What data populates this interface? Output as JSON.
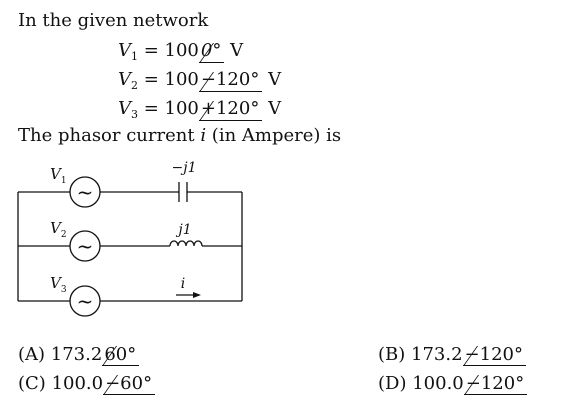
{
  "question": {
    "intro": "In the given network",
    "equations": [
      {
        "var": "V",
        "sub": "1",
        "eq": " = 100",
        "angle": "0°",
        "unit": " V"
      },
      {
        "var": "V",
        "sub": "2",
        "eq": " = 100",
        "angle": "−120°",
        "unit": " V"
      },
      {
        "var": "V",
        "sub": "3",
        "eq": " = 100",
        "angle": "+120°",
        "unit": " V"
      }
    ],
    "prompt_pre": "The phasor current ",
    "prompt_var": "i",
    "prompt_post": " (in Ampere) is"
  },
  "circuit": {
    "sources": [
      {
        "label": "V",
        "sub": "1"
      },
      {
        "label": "V",
        "sub": "2"
      },
      {
        "label": "V",
        "sub": "3"
      }
    ],
    "capacitor_label": "−j1",
    "inductor_label": "j1",
    "current_label": "i",
    "source_symbol": "~"
  },
  "options": [
    {
      "key": "(A)",
      "mag": "173.2",
      "angle": "60°"
    },
    {
      "key": "(B)",
      "mag": "173.2",
      "angle": "−120°"
    },
    {
      "key": "(C)",
      "mag": "100.0",
      "angle": "−60°"
    },
    {
      "key": "(D)",
      "mag": "100.0",
      "angle": "−120°"
    }
  ]
}
